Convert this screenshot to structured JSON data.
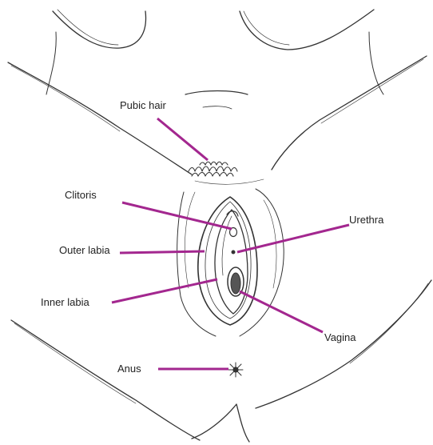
{
  "labels": {
    "pubic_hair": "Pubic hair",
    "clitoris": "Clitoris",
    "urethra": "Urethra",
    "outer_labia": "Outer labia",
    "inner_labia": "Inner labia",
    "vagina": "Vagina",
    "anus": "Anus"
  },
  "colors": {
    "leader_line": "#A3278F",
    "sketch": "#333333"
  }
}
